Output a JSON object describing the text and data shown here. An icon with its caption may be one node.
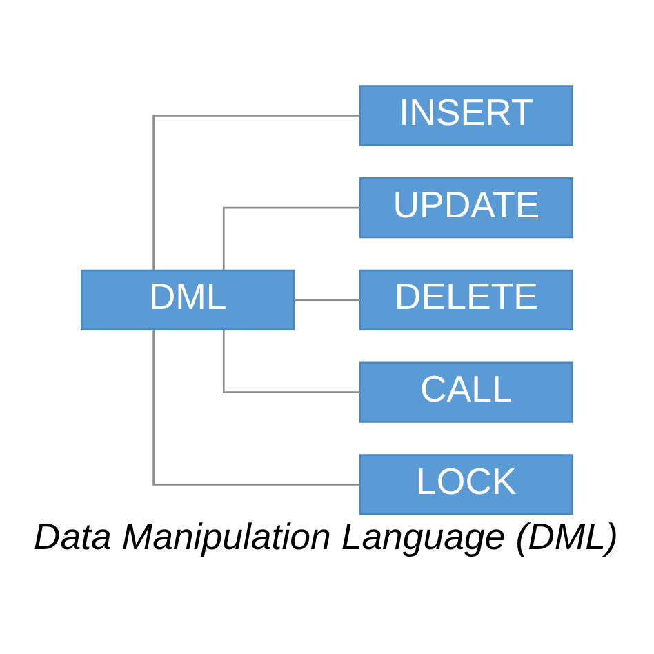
{
  "diagram": {
    "caption": "Data Manipulation Language (DML)",
    "nodes": [
      {
        "text": [
          "DML"
        ]
      },
      {
        "text": [
          "INSERT"
        ]
      },
      {
        "text": [
          "UPDATE"
        ]
      },
      {
        "text": [
          "DELETE"
        ]
      },
      {
        "text": [
          "CALL"
        ]
      },
      {
        "text": [
          "LOCK"
        ]
      }
    ],
    "edges": [
      {
        "from": 0,
        "to": 1,
        "arrow": "none"
      },
      {
        "from": 0,
        "to": 2,
        "arrow": "none"
      },
      {
        "from": 0,
        "to": 3,
        "arrow": "none"
      },
      {
        "from": 0,
        "to": 4,
        "arrow": "none"
      },
      {
        "from": 0,
        "to": 5,
        "arrow": "none"
      }
    ]
  }
}
